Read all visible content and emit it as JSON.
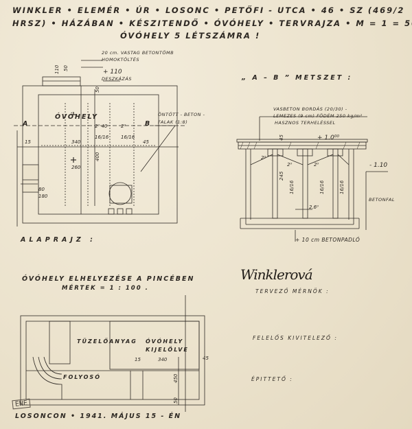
{
  "title": {
    "line1": "WINKLER • ELEMÉR • ÚR • LOSONC • PETŐFI - UTCA • 46 • SZ (469/2",
    "line2": "HRSZ) • HÁZÁBAN • KÉSZITENDŐ • ÓVÓHELY • TERVRAJZA • M = 1 = 50 •",
    "line3": "ÓVÓHELY 5 LÉTSZÁMRA !"
  },
  "plan": {
    "notes": {
      "concrete_top": "20 cm. VASTAG BETONTÖMB",
      "fill": "HOMOKTÖLTÉS",
      "elev_top": "+ 110",
      "planking": "DESZKÁZÁS",
      "poured": "ÖNTÖTT - BETON -",
      "pillars": "FALAK (1:8)"
    },
    "room_label": "ÓVÓHELY",
    "dims": {
      "d_top1": "110",
      "d_top2": "50",
      "d_50": "50",
      "d_240": "2⁰ 40",
      "d_2": "2⁰",
      "d_1616a": "16/16",
      "d_1616b": "16/16",
      "d_15": "15",
      "d_340": "340",
      "d_45": "45",
      "d_400": "400",
      "d_260": "260",
      "d_80": "80",
      "d_180": "180"
    },
    "cut_a": "A",
    "cut_b": "B",
    "caption": "ALAPRAJZ :"
  },
  "section": {
    "caption": "„ A – B ” METSZET :",
    "notes": {
      "slab1": "VASBETON BORDÁS (20/30) -",
      "slab2": "LEMEZES (9 cm) FÖDÉM 250 kg/m²",
      "slab3": "HASZNOS TERHELÉSSEL",
      "elev_top": "+ 1.0⁰⁰",
      "elev_right": "- 1.10",
      "wall": "BETONFAL",
      "floor": "+ 10 cm BETONPADLÓ"
    },
    "dims": {
      "s45": "45",
      "s2a": "2⁰",
      "s2b": "2⁰",
      "s2c": "2⁰",
      "s245": "245",
      "s1616a": "16/16",
      "s1616b": "16/16",
      "s1616c": "16/16",
      "s260": "2.6⁰"
    }
  },
  "location": {
    "caption": "ÓVÓHELY ELHELYEZÉSE A PINCÉBEN",
    "scale": "MÉRTEK = 1 : 100 .",
    "room1": "TÜZELŐANYAG",
    "room2a": "ÓVÓHELY",
    "room2b": "KIJELÖLVE",
    "corridor": "FOLYOSÓ",
    "d15": "15",
    "d340": "340",
    "d45": "45",
    "d450": "450",
    "d50": "50"
  },
  "signature": "Winklerová",
  "roles": {
    "designer": "TERVEZŐ MÉRNÖK :",
    "contractor": "FELELŐS KIVITELEZŐ :",
    "builder": "ÉPITTETŐ :"
  },
  "place_date": "LOSONCON • 1941. MÁJUS 15 - ÉN",
  "stamp": "ENE",
  "colors": {
    "paper": "#ebe2cc",
    "ink": "#2c2722"
  }
}
